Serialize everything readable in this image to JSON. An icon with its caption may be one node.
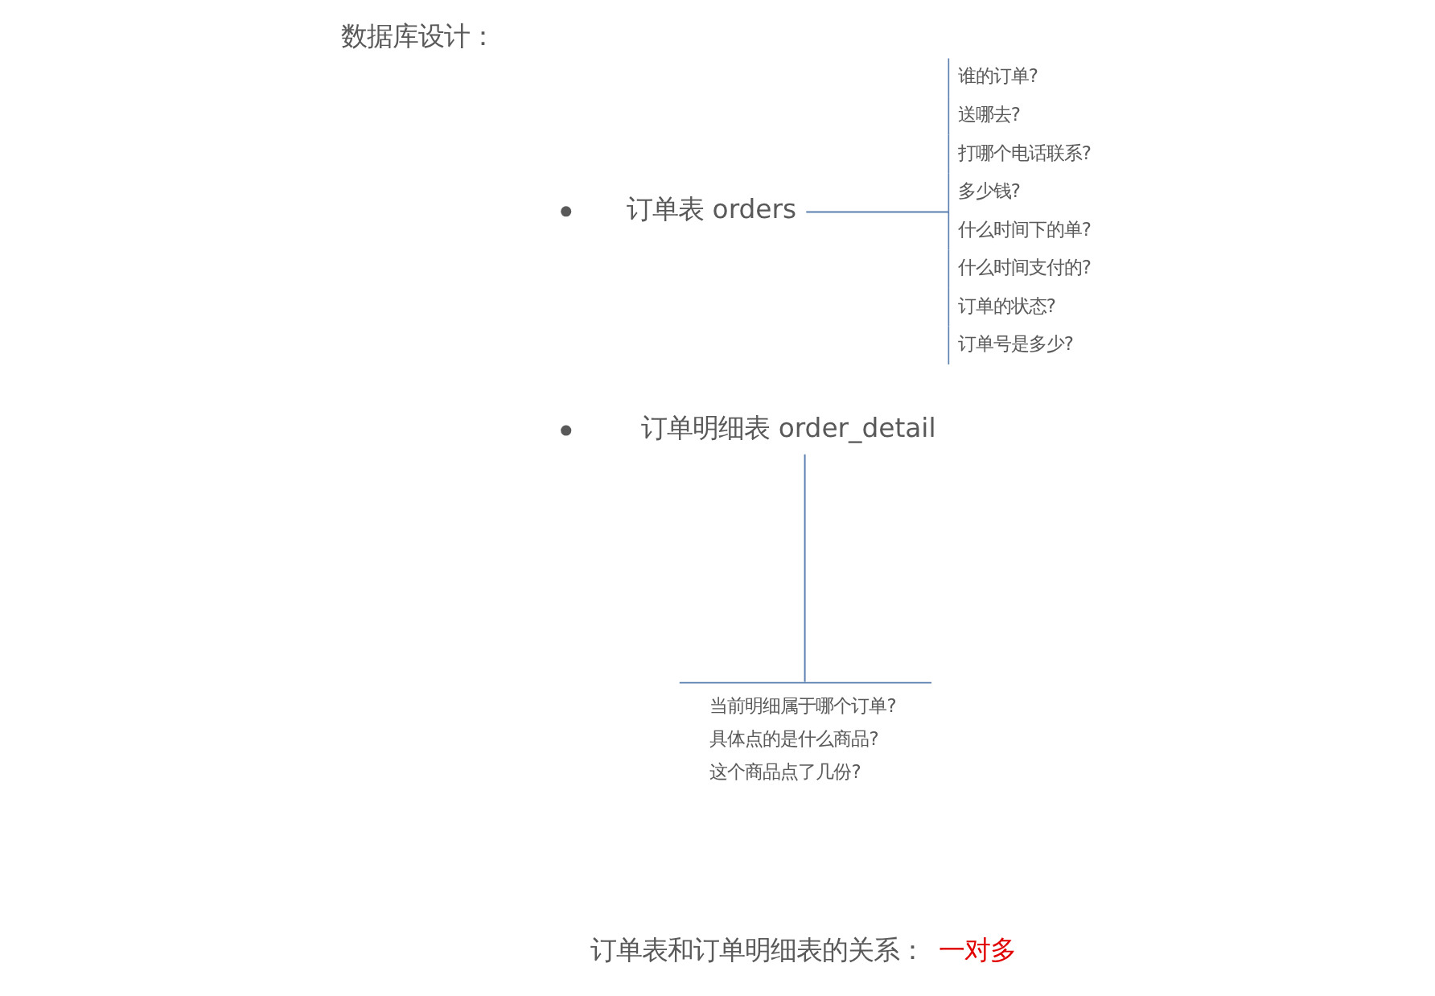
{
  "diagram": {
    "title": "数据库设计：",
    "nodes": [
      {
        "text": [
          "订单表 orders"
        ]
      },
      {
        "text": [
          "订单明细表 order_detail"
        ]
      },
      {
        "text": [
          "谁的订单?",
          "送哪去?",
          "打哪个电话联系?",
          "多少钱?",
          "什么时间下的单?",
          "什么时间支付的?",
          "订单的状态?",
          "订单号是多少?"
        ]
      },
      {
        "text": [
          "当前明细属于哪个订单?",
          "具体点的是什么商品?",
          "这个商品点了几份?"
        ]
      }
    ],
    "edges": [
      {
        "from": 0,
        "to": 2,
        "arrow": "none"
      },
      {
        "from": 1,
        "to": 3,
        "arrow": "none"
      }
    ],
    "labels": [
      "订单表和订单明细表的关系：",
      "一对多"
    ]
  }
}
